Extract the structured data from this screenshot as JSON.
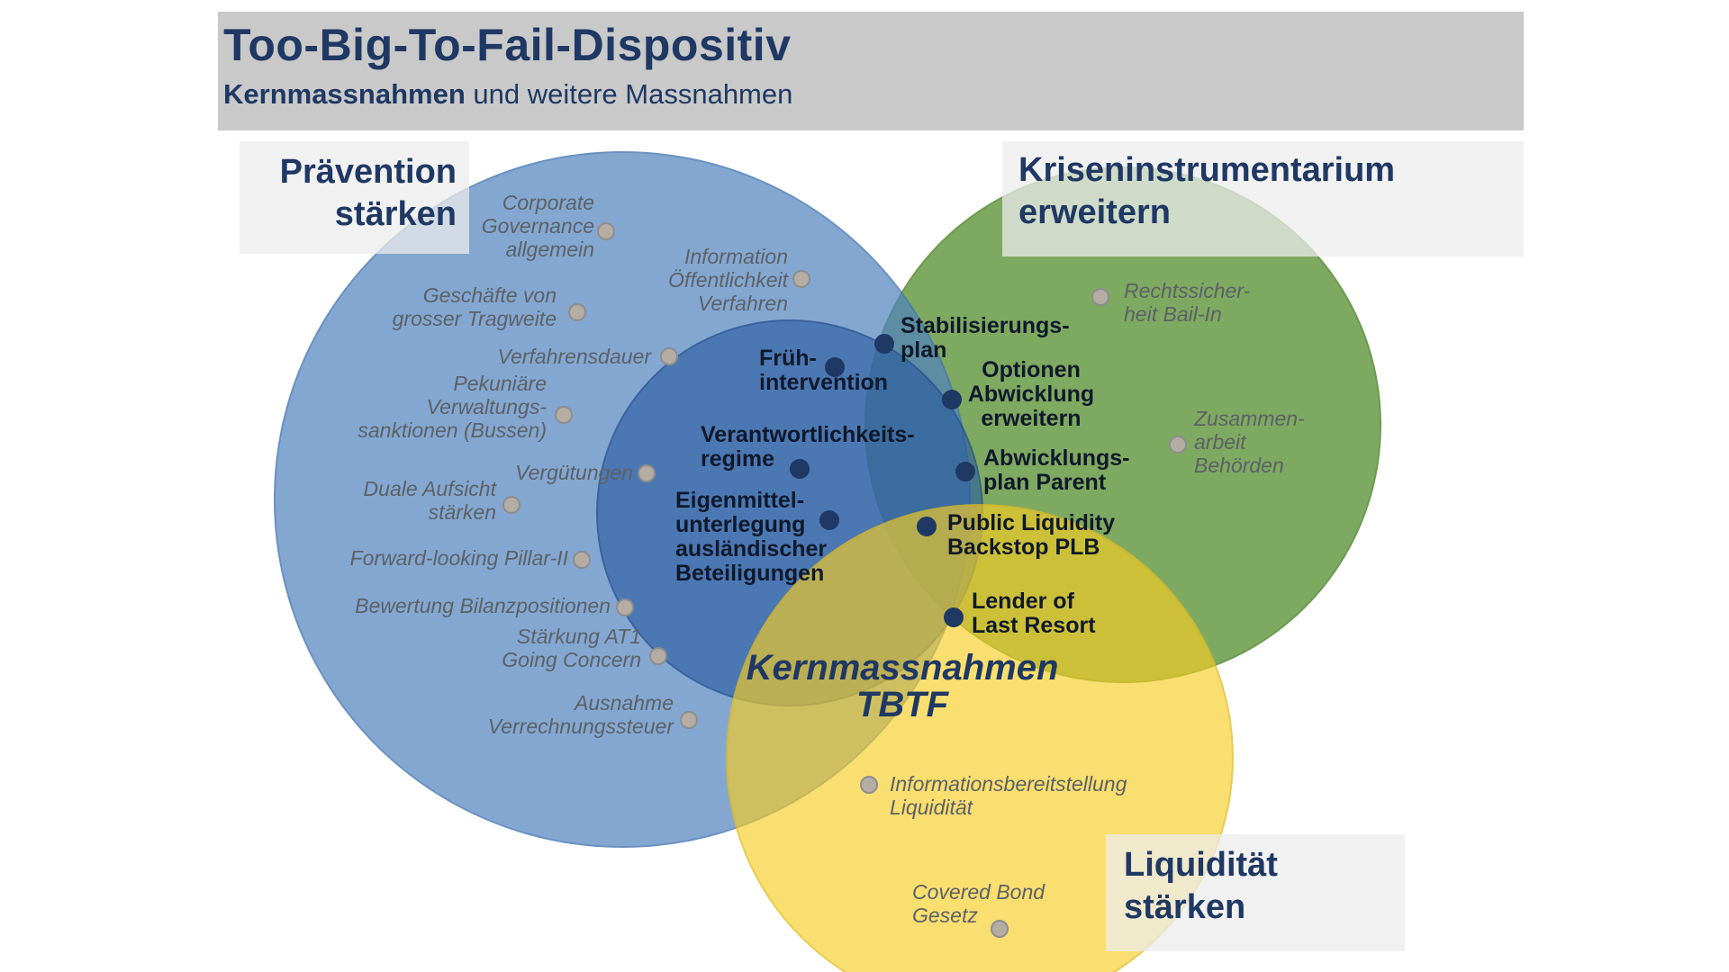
{
  "title": {
    "main": "Too-Big-To-Fail-Dispositiv",
    "subtitle_bold": "Kernmassnahmen",
    "subtitle_rest": " und weitere Massnahmen"
  },
  "regions": {
    "prevention": {
      "label": "Prävention\nstärken",
      "color": "#4F81BD"
    },
    "crisis": {
      "label": "Kriseninstrumentarium\nerweitern",
      "color": "#5A9134"
    },
    "liquidity": {
      "label": "Liquidität\nstärken",
      "color": "#F6CD23"
    },
    "core": {
      "label": "Kernmassnahmen\nTBTF",
      "color": "#26589E"
    }
  },
  "colors": {
    "header_text": "#1F3864",
    "title_bar": "#C9C9C9",
    "header_box": "#ECECEC",
    "other_measure_text": "#5C6166",
    "other_measure_marker": "#B5ACA4",
    "core_measure_text": "#10192B",
    "core_measure_marker": "#1F3864"
  },
  "other_measures": [
    {
      "label": "Corporate\nGovernance\nallgemein"
    },
    {
      "label": "Information\nÖffentlichkeit\nVerfahren"
    },
    {
      "label": "Geschäfte von\ngrosser Tragweite"
    },
    {
      "label": "Verfahrensdauer"
    },
    {
      "label": "Pekuniäre\nVerwaltungs-\nsanktionen (Bussen)"
    },
    {
      "label": "Vergütungen"
    },
    {
      "label": "Duale Aufsicht\nstärken"
    },
    {
      "label": "Forward-looking Pillar-II"
    },
    {
      "label": "Bewertung Bilanzpositionen"
    },
    {
      "label": "Stärkung AT1\nGoing Concern"
    },
    {
      "label": "Ausnahme\nVerrechnungssteuer"
    },
    {
      "label": "Rechtssicher-\nheit Bail-In"
    },
    {
      "label": "Zusammen-\narbeit\nBehörden"
    },
    {
      "label": "Informationsbereitstellung\nLiquidität"
    },
    {
      "label": "Covered Bond\nGesetz"
    }
  ],
  "core_measures": [
    {
      "label": "Früh-\nintervention"
    },
    {
      "label": "Stabilisierungs-\nplan"
    },
    {
      "label": "Optionen\nAbwicklung\nerweitern"
    },
    {
      "label": "Abwicklungs-\nplan Parent"
    },
    {
      "label": "Public Liquidity\nBackstop PLB"
    },
    {
      "label": "Lender of\nLast Resort"
    },
    {
      "label": "Verantwortlichkeits-\nregime"
    },
    {
      "label": "Eigenmittel-\nunterlegung\nausländischer\nBeteiligungen"
    }
  ]
}
